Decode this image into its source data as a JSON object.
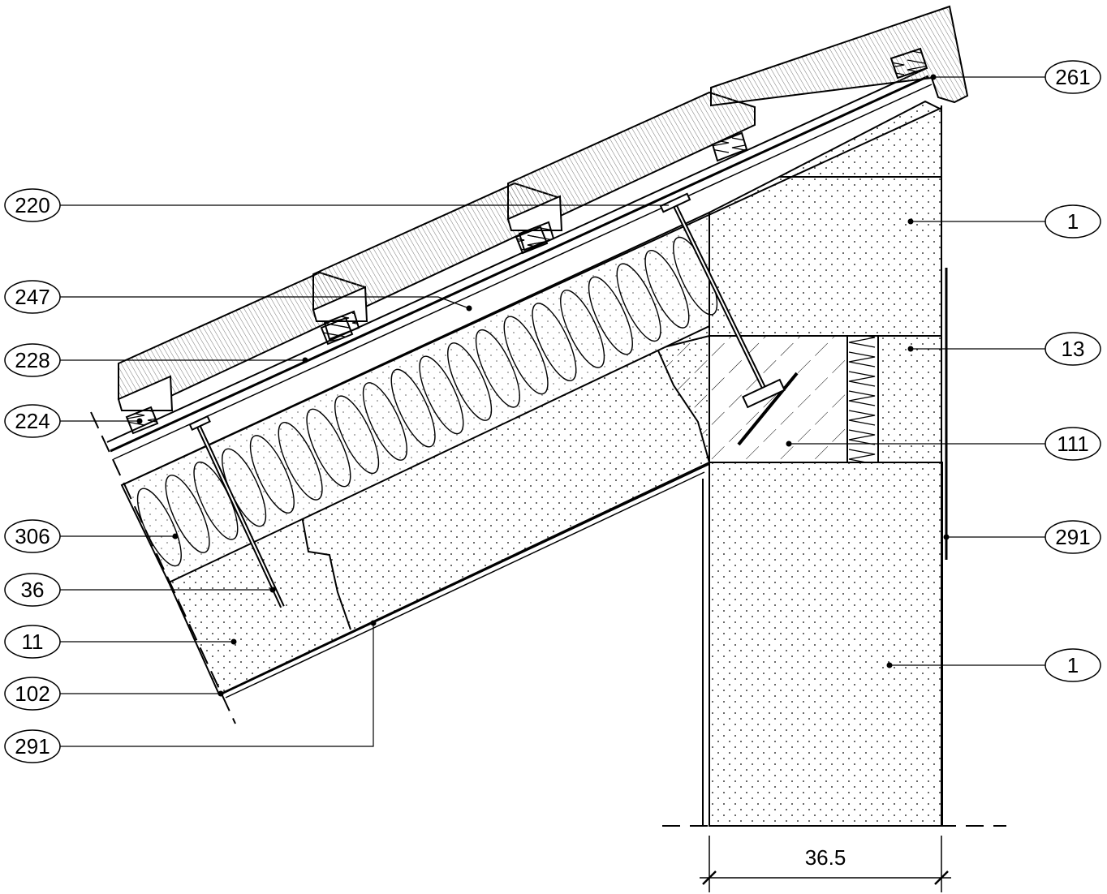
{
  "callouts_left": [
    {
      "id": "220-callout",
      "label": "220"
    },
    {
      "id": "247-callout",
      "label": "247"
    },
    {
      "id": "228-callout",
      "label": "228"
    },
    {
      "id": "224-callout",
      "label": "224"
    },
    {
      "id": "306-callout",
      "label": "306"
    },
    {
      "id": "36-callout",
      "label": "36"
    },
    {
      "id": "11-callout",
      "label": "11"
    },
    {
      "id": "102-callout",
      "label": "102"
    },
    {
      "id": "291-callout-bottom",
      "label": "291"
    }
  ],
  "callouts_right": [
    {
      "id": "261-callout",
      "label": "261"
    },
    {
      "id": "1-callout-top",
      "label": "1"
    },
    {
      "id": "13-callout",
      "label": "13"
    },
    {
      "id": "111-callout",
      "label": "111"
    },
    {
      "id": "291-callout-right",
      "label": "291"
    },
    {
      "id": "1-callout-bottom",
      "label": "1"
    }
  ],
  "dimension": {
    "label": "36.5"
  },
  "colors": {
    "line": "#000000",
    "tile_hatch": "#555555",
    "fill_light": "#ffffff"
  }
}
